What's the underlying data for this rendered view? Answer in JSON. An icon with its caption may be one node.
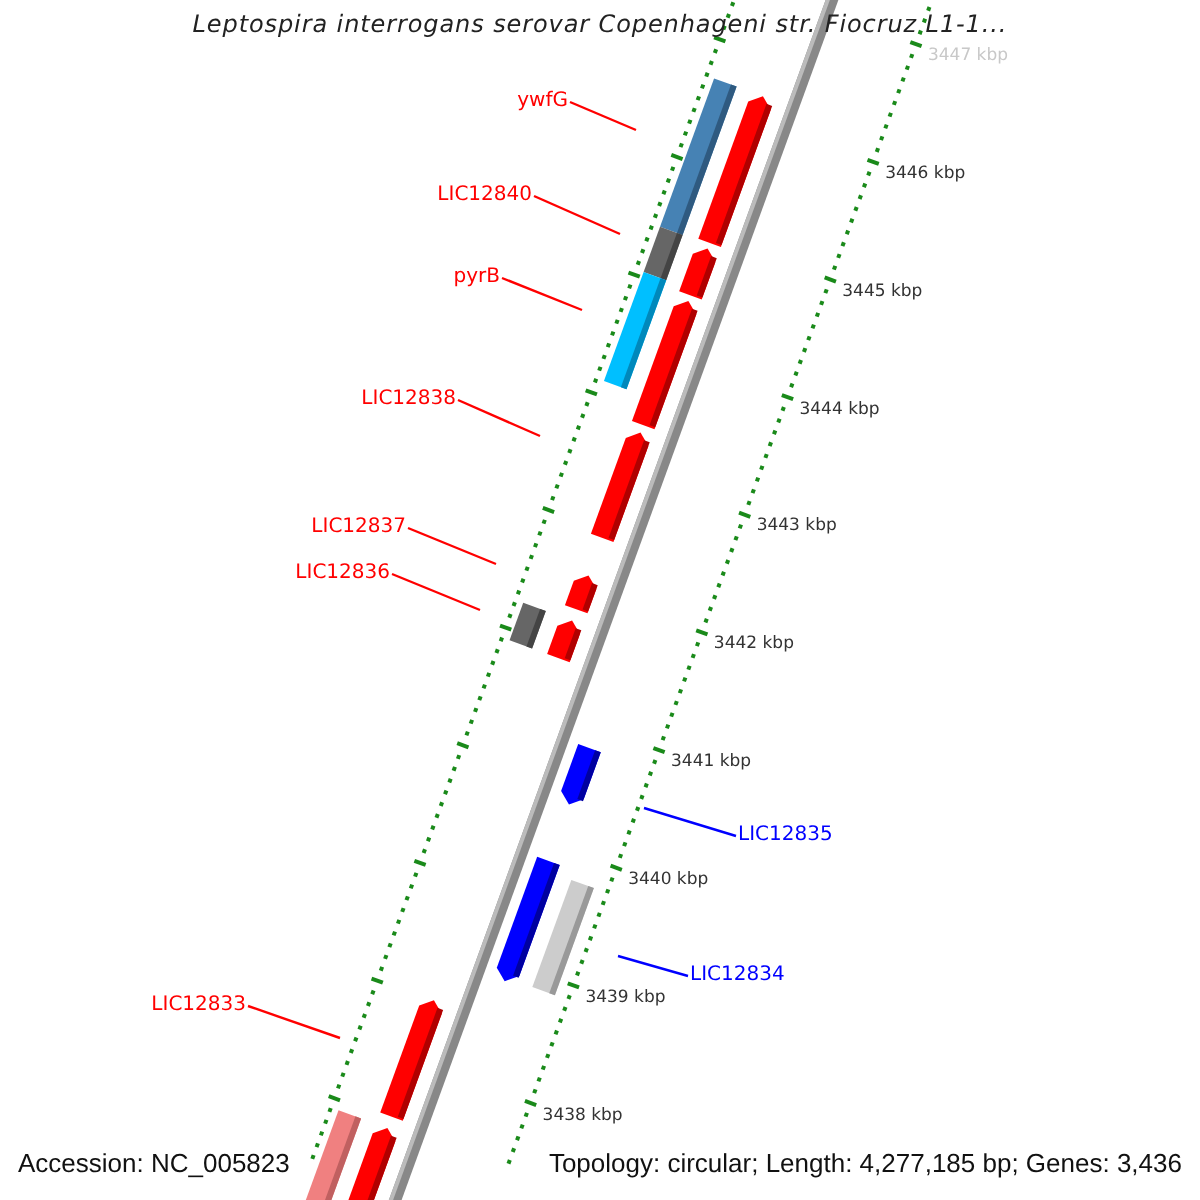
{
  "diagram": {
    "title": "Leptospira interrogans serovar Copenhageni str. Fiocruz L1-1...",
    "nodes": [
      {
        "text": [
          "ywfG"
        ]
      },
      {
        "text": [
          "LIC12840"
        ]
      },
      {
        "text": [
          "pyrB"
        ]
      },
      {
        "text": [
          "LIC12838"
        ]
      },
      {
        "text": [
          "LIC12837"
        ]
      },
      {
        "text": [
          "LIC12836"
        ]
      },
      {
        "text": [
          "LIC12835"
        ]
      },
      {
        "text": [
          "LIC12834"
        ]
      },
      {
        "text": [
          "LIC12833"
        ]
      }
    ],
    "edges": [
      {
        "from": 0,
        "to": null,
        "arrow": "none"
      },
      {
        "from": 1,
        "to": null,
        "arrow": "none"
      },
      {
        "from": 2,
        "to": null,
        "arrow": "none"
      },
      {
        "from": 3,
        "to": null,
        "arrow": "none"
      },
      {
        "from": 4,
        "to": null,
        "arrow": "none"
      },
      {
        "from": 5,
        "to": null,
        "arrow": "none"
      },
      {
        "from": 6,
        "to": null,
        "arrow": "none",
        "color": "#0000ff"
      },
      {
        "from": 7,
        "to": null,
        "arrow": "none",
        "color": "#0000ff"
      },
      {
        "from": 8,
        "to": null,
        "arrow": "none"
      }
    ],
    "labels": [
      "3447 kbp",
      "3446 kbp",
      "3445 kbp",
      "3444 kbp",
      "3443 kbp",
      "3442 kbp",
      "3441 kbp",
      "3440 kbp",
      "3439 kbp",
      "3438 kbp",
      "Accession: NC_005823",
      "Topology: circular; Length: 4,277,185 bp; Genes: 3,436"
    ]
  }
}
